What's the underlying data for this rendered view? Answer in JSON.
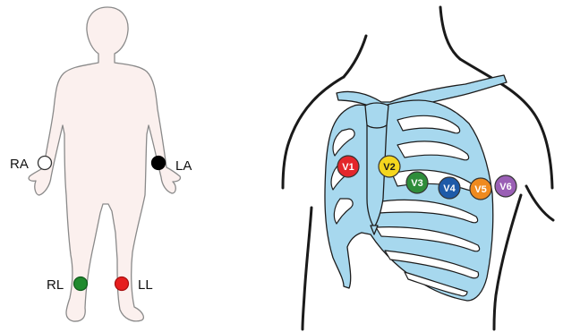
{
  "limb_leads": [
    {
      "id": "RA",
      "label": "RA",
      "color": "#ffffff"
    },
    {
      "id": "LA",
      "label": "LA",
      "color": "#000000"
    },
    {
      "id": "RL",
      "label": "RL",
      "color": "#1f8a2e"
    },
    {
      "id": "LL",
      "label": "LL",
      "color": "#e61e1e"
    }
  ],
  "chest_leads": [
    {
      "id": "V1",
      "label": "V1",
      "color": "#e3262b",
      "text_color": "#ffffff"
    },
    {
      "id": "V2",
      "label": "V2",
      "color": "#f5d61e",
      "text_color": "#1a1a1a"
    },
    {
      "id": "V3",
      "label": "V3",
      "color": "#2f8d3a",
      "text_color": "#ffffff"
    },
    {
      "id": "V4",
      "label": "V4",
      "color": "#1e5aa8",
      "text_color": "#ffffff"
    },
    {
      "id": "V5",
      "label": "V5",
      "color": "#ef8a1f",
      "text_color": "#ffffff"
    },
    {
      "id": "V6",
      "label": "V6",
      "color": "#9a5fb5",
      "text_color": "#ffffff"
    }
  ],
  "colors": {
    "body_fill": "#fbf0ee",
    "body_outline": "#8a8a8a",
    "bone_fill": "#a7d8ee",
    "bone_outline": "#1d1d1d",
    "torso_outline": "#1a1a1a"
  }
}
